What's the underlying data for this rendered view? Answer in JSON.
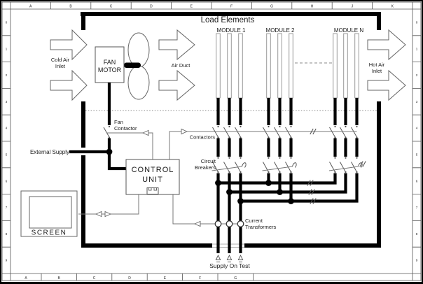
{
  "frame": {
    "top_letters": [
      "A",
      "B",
      "C",
      "D",
      "E",
      "F",
      "G",
      "H",
      "J",
      "K"
    ],
    "bottom_letters": [
      "A",
      "B",
      "C",
      "D",
      "E",
      "F",
      "G"
    ],
    "left_numbers": [
      "0",
      "1",
      "2",
      "3",
      "4",
      "5",
      "6",
      "7",
      "8",
      "9"
    ],
    "right_numbers": [
      "0",
      "1",
      "2",
      "3",
      "4",
      "5",
      "6",
      "7",
      "8",
      "9"
    ]
  },
  "title": "Load Elements",
  "modules": [
    {
      "label": "MODULE 1"
    },
    {
      "label": "MODULE 2"
    },
    {
      "label": "MODULE N"
    }
  ],
  "airflow": {
    "cold_air_line1": "Cold Air",
    "cold_air_line2": "Inlet",
    "air_duct": "Air Duct",
    "hot_air_line1": "Hot Air",
    "hot_air_line2": "Inlet"
  },
  "fan": {
    "motor_line1": "FAN",
    "motor_line2": "MOTOR",
    "contactor_line1": "Fan",
    "contactor_line2": "Contactor"
  },
  "power": {
    "external_supply": "External Supply",
    "contactors": "Contactors",
    "circuit_breakers_line1": "Circuit",
    "circuit_breakers_line2": "Breakers",
    "current_transformers_line1": "Current",
    "current_transformers_line2": "Transformers",
    "supply_on_test": "Supply On Test"
  },
  "control_unit": {
    "line1": "CONTROL",
    "line2": "UNIT"
  },
  "screen": {
    "label": "SCREEN"
  },
  "colors": {
    "wire": "#000000",
    "thin_line": "#777777",
    "symbol": "#555555",
    "background": "#ffffff"
  }
}
